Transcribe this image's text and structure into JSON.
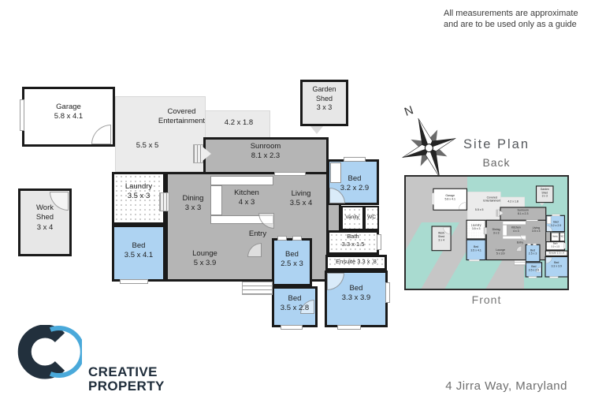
{
  "disclaimer": {
    "line1": "All measurements are approximate",
    "line2": "and are to be used only as a guide"
  },
  "floorplan": {
    "garage": {
      "name": "Garage",
      "dims": "5.8 x 4.1"
    },
    "covered_entertainment": {
      "name_line1": "Covered",
      "name_line2": "Entertainment",
      "dims": "5.5 x 5",
      "side_dims": "4.2 x 1.8"
    },
    "garden_shed": {
      "name_line1": "Garden",
      "name_line2": "Shed",
      "dims": "3 x 3"
    },
    "work_shed": {
      "name_line1": "Work",
      "name_line2": "Shed",
      "dims": "3 x 4"
    },
    "sunroom": {
      "name": "Sunroom",
      "dims": "8.1 x 2.3"
    },
    "laundry": {
      "name": "Laundry",
      "dims": "3.5 x 3"
    },
    "dining": {
      "name": "Dining",
      "dims": "3 x 3"
    },
    "kitchen": {
      "name": "Kitchen",
      "dims": "4 x 3"
    },
    "living": {
      "name": "Living",
      "dims": "3.5 x 4"
    },
    "lounge": {
      "name": "Lounge",
      "dims": "5 x 3.9"
    },
    "entry": {
      "name": "Entry"
    },
    "bed_front": {
      "name": "Bed",
      "dims": "3.2 x 2.9"
    },
    "bed_left": {
      "name": "Bed",
      "dims": "3.5 x 4.1"
    },
    "bed_middle": {
      "name": "Bed",
      "dims": "2.5 x 3"
    },
    "bed_bottom": {
      "name": "Bed",
      "dims": "3.5 x 2.8"
    },
    "bed_back": {
      "name": "Bed",
      "dims": "3.3 x 3.9"
    },
    "vanity": {
      "name": "Vanity"
    },
    "wc": {
      "name": "WC"
    },
    "bath": {
      "name": "Bath",
      "dims": "3.3 x 1.5"
    },
    "ensuite": {
      "name": "Ensuite 3.3 x .8"
    }
  },
  "site_plan": {
    "title": "Site Plan",
    "back_label": "Back",
    "front_label": "Front",
    "compass_north": "N"
  },
  "branding": {
    "company_line1": "CREATIVE",
    "company_line2": "PROPERTY"
  },
  "footer": {
    "address": "4 Jirra Way, Maryland"
  },
  "colors": {
    "bedroom_blue": "#aed3f2",
    "room_gray": "#b5b5b5",
    "deck_gray": "#ebebeb",
    "shed_gray": "#e7e7e7",
    "site_teal": "#a9dbd0",
    "site_gray": "#c6c6c6",
    "wall": "#1a1a1a",
    "logo_navy": "#20303e",
    "logo_blue": "#4aa9da"
  }
}
